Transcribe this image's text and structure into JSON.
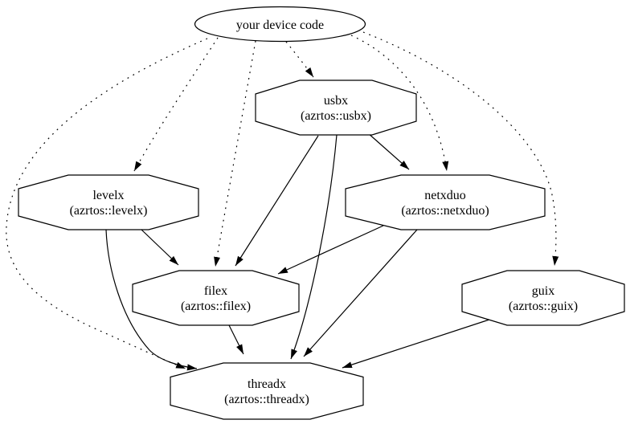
{
  "graph": {
    "background_color": "#ffffff",
    "line_color": "#000000",
    "node_fill_color": "#ffffff",
    "text_color": "#000000",
    "nodes": {
      "device": {
        "label": "your device code",
        "shape": "ellipse"
      },
      "usbx": {
        "label": "usbx",
        "sublabel": "(azrtos::usbx)",
        "shape": "octagon"
      },
      "levelx": {
        "label": "levelx",
        "sublabel": "(azrtos::levelx)",
        "shape": "octagon"
      },
      "netxduo": {
        "label": "netxduo",
        "sublabel": "(azrtos::netxduo)",
        "shape": "octagon"
      },
      "filex": {
        "label": "filex",
        "sublabel": "(azrtos::filex)",
        "shape": "octagon"
      },
      "guix": {
        "label": "guix",
        "sublabel": "(azrtos::guix)",
        "shape": "octagon"
      },
      "threadx": {
        "label": "threadx",
        "sublabel": "(azrtos::threadx)",
        "shape": "octagon"
      }
    },
    "edges": [
      {
        "from": "device",
        "to": "usbx",
        "style": "dotted"
      },
      {
        "from": "device",
        "to": "levelx",
        "style": "dotted"
      },
      {
        "from": "device",
        "to": "netxduo",
        "style": "dotted"
      },
      {
        "from": "device",
        "to": "filex",
        "style": "dotted"
      },
      {
        "from": "device",
        "to": "guix",
        "style": "dotted"
      },
      {
        "from": "device",
        "to": "threadx",
        "style": "dotted"
      },
      {
        "from": "usbx",
        "to": "netxduo",
        "style": "solid"
      },
      {
        "from": "usbx",
        "to": "filex",
        "style": "solid"
      },
      {
        "from": "usbx",
        "to": "threadx",
        "style": "solid"
      },
      {
        "from": "levelx",
        "to": "filex",
        "style": "solid"
      },
      {
        "from": "levelx",
        "to": "threadx",
        "style": "solid"
      },
      {
        "from": "netxduo",
        "to": "filex",
        "style": "solid"
      },
      {
        "from": "netxduo",
        "to": "threadx",
        "style": "solid"
      },
      {
        "from": "filex",
        "to": "threadx",
        "style": "solid"
      },
      {
        "from": "guix",
        "to": "threadx",
        "style": "solid"
      }
    ]
  }
}
